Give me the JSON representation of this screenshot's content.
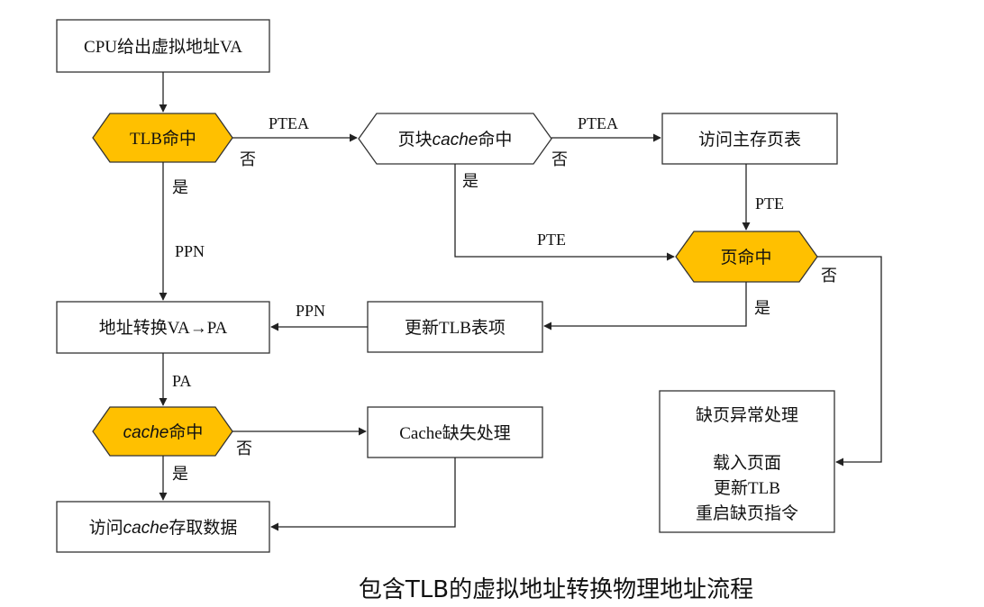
{
  "colors": {
    "decision_fill": "#ffc000",
    "box_fill": "#ffffff",
    "stroke": "#333333"
  },
  "nodes": {
    "cpu": "CPU给出虚拟地址VA",
    "tlb_hit": "TLB命中",
    "page_cache_hit_a": "页块",
    "page_cache_hit_b": "cache",
    "page_cache_hit_c": "命中",
    "access_mem_pt": "访问主存页表",
    "page_hit": "页命中",
    "update_tlb_entry": "更新TLB表项",
    "addr_translate": "地址转换VA→PA",
    "cache_hit_a": "cache",
    "cache_hit_b": "命中",
    "cache_miss": "Cache缺失处理",
    "access_cache_a": "访问",
    "access_cache_b": "cache",
    "access_cache_c": "存取数据",
    "page_fault_lines": [
      "缺页异常处理",
      "载入页面",
      "更新TLB",
      "重启缺页指令"
    ]
  },
  "edges": {
    "tlb_no": "否",
    "tlb_ptea": "PTEA",
    "tlb_yes": "是",
    "ppn_down": "PPN",
    "pcache_ptea": "PTEA",
    "pcache_no": "否",
    "pcache_yes": "是",
    "pte_down": "PTE",
    "pte_left": "PTE",
    "page_no": "否",
    "page_yes": "是",
    "ppn_left": "PPN",
    "pa": "PA",
    "cache_no": "否",
    "cache_yes": "是"
  },
  "caption": "包含TLB的虚拟地址转换物理地址流程"
}
